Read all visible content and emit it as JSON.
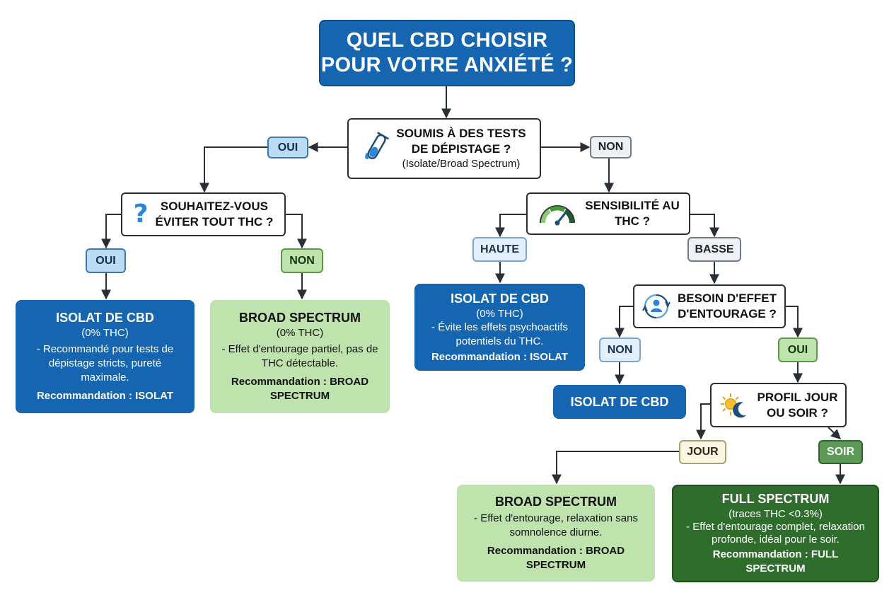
{
  "title": {
    "line1": "QUEL CBD CHOISIR",
    "line2": "POUR VOTRE ANXIÉTÉ ?"
  },
  "q_tests": {
    "line1": "SOUMIS À DES TESTS",
    "line2": "DE DÉPISTAGE ?",
    "sub": "(Isolate/Broad Spectrum)",
    "icon": "test-tube-icon"
  },
  "q_thc": {
    "line1": "SOUHAITEZ-VOUS",
    "line2": "ÉVITER TOUT THC ?",
    "icon": "question-mark-icon"
  },
  "q_sens": {
    "line1": "SENSIBILITÉ AU",
    "line2": "THC ?",
    "icon": "gauge-icon"
  },
  "q_entourage": {
    "line1": "BESOIN D'EFFET",
    "line2": "D'ENTOURAGE ?",
    "icon": "cycle-person-icon"
  },
  "q_profil": {
    "line1": "PROFIL JOUR",
    "line2": "OU SOIR ?",
    "icon": "sun-moon-icon"
  },
  "labels": {
    "oui": "OUI",
    "non": "NON",
    "haute": "HAUTE",
    "basse": "BASSE",
    "jour": "JOUR",
    "soir": "SOIR"
  },
  "results": {
    "isolat_tests": {
      "title": "ISOLAT DE CBD",
      "sub": "(0% THC)",
      "desc": "- Recommandé pour tests de dépistage stricts, pureté maximale.",
      "reco": "Recommandation : ISOLAT"
    },
    "broad_tests": {
      "title": "BROAD SPECTRUM",
      "sub": "(0% THC)",
      "desc": "- Effet d'entourage partiel, pas de THC détectable.",
      "reco": "Recommandation : BROAD SPECTRUM"
    },
    "isolat_sens": {
      "title": "ISOLAT DE CBD",
      "sub": "(0% THC)",
      "desc": "- Évite les effets psychoactifs potentiels du THC.",
      "reco": "Recommandation : ISOLAT"
    },
    "isolat_simple": {
      "title": "ISOLAT DE CBD"
    },
    "broad_jour": {
      "title": "BROAD SPECTRUM",
      "desc": "- Effet d'entourage, relaxation sans somnolence diurne.",
      "reco": "Recommandation : BROAD SPECTRUM"
    },
    "full_soir": {
      "title": "FULL SPECTRUM",
      "sub": "(traces THC <0.3%)",
      "desc": "- Effet d'entourage complet, relaxation profonde, idéal pour le soir.",
      "reco": "Recommandation : FULL SPECTRUM"
    }
  },
  "colors": {
    "primary_blue": "#1565b0",
    "light_green": "#bfe3ad",
    "dark_green": "#2f6d2d",
    "connector": "#2a2f36"
  }
}
